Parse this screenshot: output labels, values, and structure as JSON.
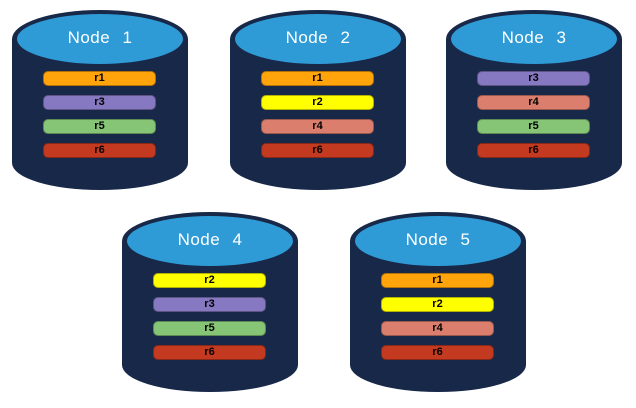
{
  "colors": {
    "background": "#FFFFFF",
    "cylinder_body": "#182849",
    "cylinder_top": "#2F9BD6",
    "node_title_text": "#FFFFFF",
    "replica_label_text": "#000000",
    "replicas": {
      "r1": "#FFA40A",
      "r2": "#FFFF00",
      "r3": "#8679C1",
      "r4": "#DC7E6D",
      "r5": "#86C476",
      "r6": "#C43A21"
    }
  },
  "nodes": [
    {
      "title": "Node 1",
      "replicas": [
        "r1",
        "r3",
        "r5",
        "r6"
      ]
    },
    {
      "title": "Node 2",
      "replicas": [
        "r1",
        "r2",
        "r4",
        "r6"
      ]
    },
    {
      "title": "Node 3",
      "replicas": [
        "r3",
        "r4",
        "r5",
        "r6"
      ]
    },
    {
      "title": "Node 4",
      "replicas": [
        "r2",
        "r3",
        "r5",
        "r6"
      ]
    },
    {
      "title": "Node 5",
      "replicas": [
        "r1",
        "r2",
        "r4",
        "r6"
      ]
    }
  ]
}
